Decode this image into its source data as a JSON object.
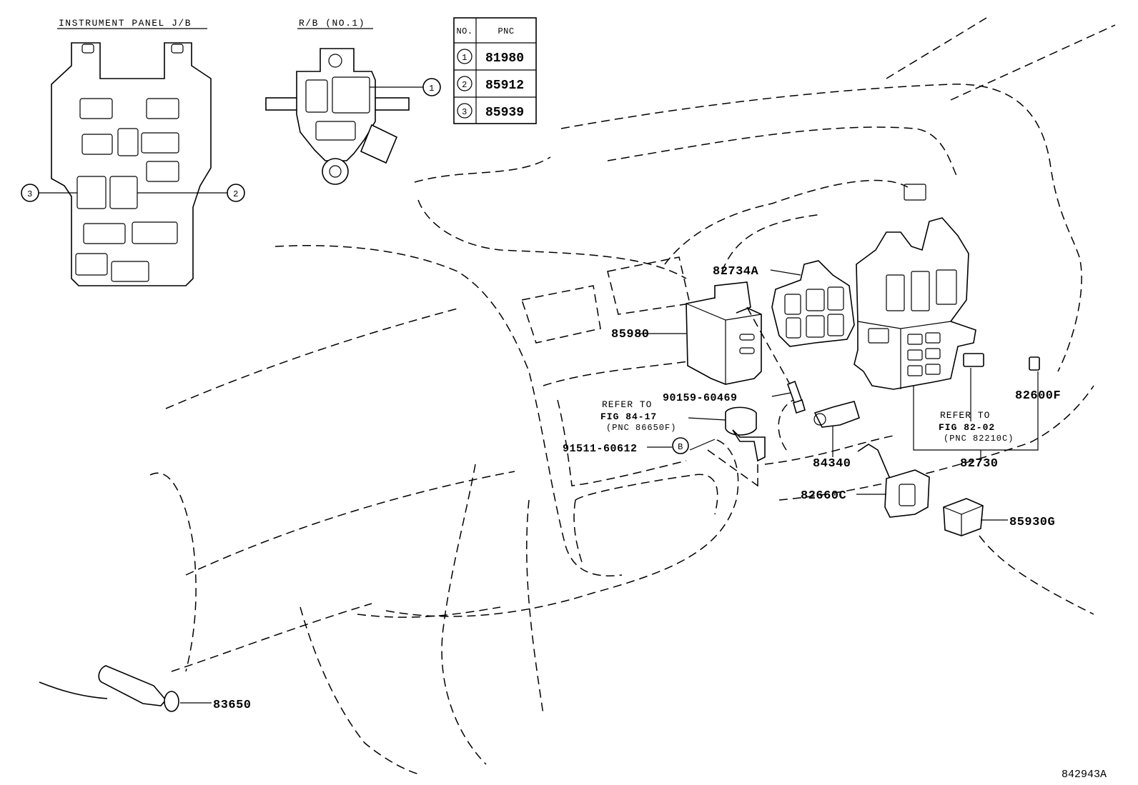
{
  "figure_id": "842943A",
  "insets": {
    "instrument_panel_jb": {
      "title": "INSTRUMENT PANEL J/B",
      "callouts": [
        "3",
        "2"
      ]
    },
    "relay_block": {
      "title": "R/B (NO.1)",
      "callouts": [
        "1"
      ]
    }
  },
  "pnc_table": {
    "headers": {
      "no": "NO.",
      "pnc": "PNC"
    },
    "rows": [
      {
        "no": "1",
        "pnc": "81980"
      },
      {
        "no": "2",
        "pnc": "85912"
      },
      {
        "no": "3",
        "pnc": "85939"
      }
    ]
  },
  "parts": {
    "p82734A": "82734A",
    "p85980": "85980",
    "p90159": "90159-60469",
    "p91511": "91511-60612",
    "p84340": "84340",
    "p82660C": "82660C",
    "p85930G": "85930G",
    "p82730": "82730",
    "p82600F": "82600F",
    "p83650": "83650"
  },
  "refer_8417": {
    "line1": "REFER TO",
    "line2": "FIG 84-17",
    "line3": "(PNC 86650F)"
  },
  "refer_8202": {
    "line1": "REFER TO",
    "line2": "FIG 82-02",
    "line3": "(PNC 82210C)"
  },
  "bolt_marker": "B"
}
